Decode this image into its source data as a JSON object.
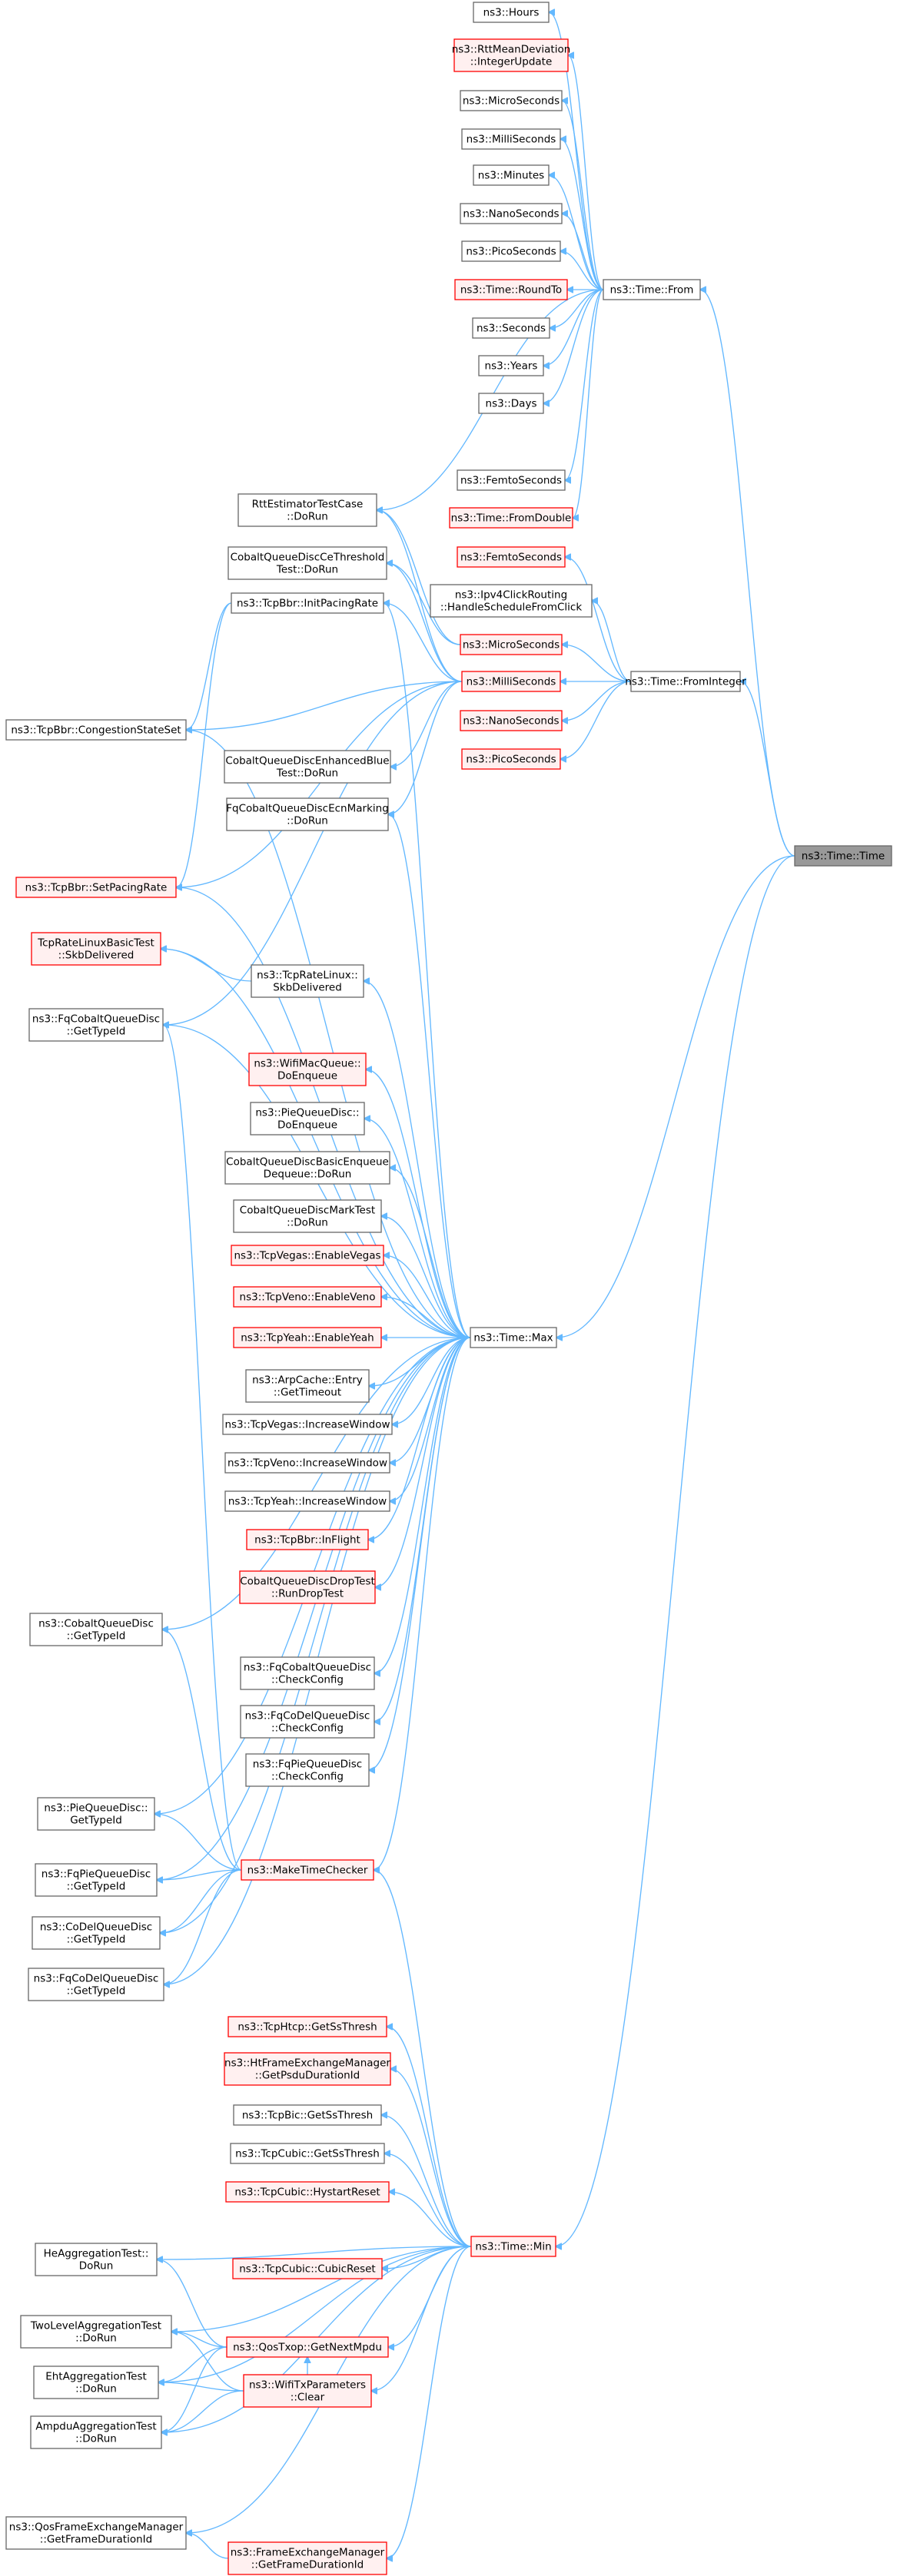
{
  "root": "ns3::Time::Time",
  "nodes": [
    {
      "id": "hours",
      "lines": [
        "ns3::Hours"
      ],
      "style": "normal"
    },
    {
      "id": "rttupd",
      "lines": [
        "ns3::RttMeanDeviation",
        "::IntegerUpdate"
      ],
      "style": "missing"
    },
    {
      "id": "us_a",
      "lines": [
        "ns3::MicroSeconds"
      ],
      "style": "normal"
    },
    {
      "id": "ms_a",
      "lines": [
        "ns3::MilliSeconds"
      ],
      "style": "normal"
    },
    {
      "id": "minutes",
      "lines": [
        "ns3::Minutes"
      ],
      "style": "normal"
    },
    {
      "id": "ns_a",
      "lines": [
        "ns3::NanoSeconds"
      ],
      "style": "normal"
    },
    {
      "id": "ps_a",
      "lines": [
        "ns3::PicoSeconds"
      ],
      "style": "normal"
    },
    {
      "id": "roundto",
      "lines": [
        "ns3::Time::RoundTo"
      ],
      "style": "missing"
    },
    {
      "id": "seconds",
      "lines": [
        "ns3::Seconds"
      ],
      "style": "normal"
    },
    {
      "id": "years",
      "lines": [
        "ns3::Years"
      ],
      "style": "normal"
    },
    {
      "id": "days",
      "lines": [
        "ns3::Days"
      ],
      "style": "normal"
    },
    {
      "id": "fs_a",
      "lines": [
        "ns3::FemtoSeconds"
      ],
      "style": "normal"
    },
    {
      "id": "fromdouble",
      "lines": [
        "ns3::Time::FromDouble"
      ],
      "style": "missing"
    },
    {
      "id": "from",
      "lines": [
        "ns3::Time::From"
      ],
      "style": "normal"
    },
    {
      "id": "rttest",
      "lines": [
        "RttEstimatorTestCase",
        "::DoRun"
      ],
      "style": "normal"
    },
    {
      "id": "fs_b",
      "lines": [
        "ns3::FemtoSeconds"
      ],
      "style": "missing"
    },
    {
      "id": "cobaltce",
      "lines": [
        "CobaltQueueDiscCeThreshold",
        "Test::DoRun"
      ],
      "style": "normal"
    },
    {
      "id": "ipv4click",
      "lines": [
        "ns3::Ipv4ClickRouting",
        "::HandleScheduleFromClick"
      ],
      "style": "normal"
    },
    {
      "id": "initpacing",
      "lines": [
        "ns3::TcpBbr::InitPacingRate"
      ],
      "style": "normal"
    },
    {
      "id": "us_b",
      "lines": [
        "ns3::MicroSeconds"
      ],
      "style": "missing"
    },
    {
      "id": "ms_b",
      "lines": [
        "ns3::MilliSeconds"
      ],
      "style": "missing"
    },
    {
      "id": "congstate",
      "lines": [
        "ns3::TcpBbr::CongestionStateSet"
      ],
      "style": "normal"
    },
    {
      "id": "fromint",
      "lines": [
        "ns3::Time::FromInteger"
      ],
      "style": "normal"
    },
    {
      "id": "ns_b",
      "lines": [
        "ns3::NanoSeconds"
      ],
      "style": "missing"
    },
    {
      "id": "cobaltblue",
      "lines": [
        "CobaltQueueDiscEnhancedBlue",
        "Test::DoRun"
      ],
      "style": "normal"
    },
    {
      "id": "ps_b",
      "lines": [
        "ns3::PicoSeconds"
      ],
      "style": "missing"
    },
    {
      "id": "fqcobaltecn",
      "lines": [
        "FqCobaltQueueDiscEcnMarking",
        "::DoRun"
      ],
      "style": "normal"
    },
    {
      "id": "timetime",
      "lines": [
        "ns3::Time::Time"
      ],
      "style": "root"
    },
    {
      "id": "setpacing",
      "lines": [
        "ns3::TcpBbr::SetPacingRate"
      ],
      "style": "missing"
    },
    {
      "id": "tcprate",
      "lines": [
        "TcpRateLinuxBasicTest",
        "::SkbDelivered"
      ],
      "style": "missing"
    },
    {
      "id": "tcprateskb",
      "lines": [
        "ns3::TcpRateLinux::",
        "SkbDelivered"
      ],
      "style": "normal"
    },
    {
      "id": "fqcobaltgt",
      "lines": [
        "ns3::FqCobaltQueueDisc",
        "::GetTypeId"
      ],
      "style": "normal"
    },
    {
      "id": "wifimacq",
      "lines": [
        "ns3::WifiMacQueue::",
        "DoEnqueue"
      ],
      "style": "missing"
    },
    {
      "id": "pieenq",
      "lines": [
        "ns3::PieQueueDisc::",
        "DoEnqueue"
      ],
      "style": "normal"
    },
    {
      "id": "cobaltbasic",
      "lines": [
        "CobaltQueueDiscBasicEnqueue",
        "Dequeue::DoRun"
      ],
      "style": "normal"
    },
    {
      "id": "cobaltmark",
      "lines": [
        "CobaltQueueDiscMarkTest",
        "::DoRun"
      ],
      "style": "normal"
    },
    {
      "id": "vegasenable",
      "lines": [
        "ns3::TcpVegas::EnableVegas"
      ],
      "style": "missing"
    },
    {
      "id": "venoenable",
      "lines": [
        "ns3::TcpVeno::EnableVeno"
      ],
      "style": "missing"
    },
    {
      "id": "yeahenable",
      "lines": [
        "ns3::TcpYeah::EnableYeah"
      ],
      "style": "missing"
    },
    {
      "id": "max",
      "lines": [
        "ns3::Time::Max"
      ],
      "style": "normal"
    },
    {
      "id": "arpcache",
      "lines": [
        "ns3::ArpCache::Entry",
        "::GetTimeout"
      ],
      "style": "normal"
    },
    {
      "id": "vegasinc",
      "lines": [
        "ns3::TcpVegas::IncreaseWindow"
      ],
      "style": "normal"
    },
    {
      "id": "venoinc",
      "lines": [
        "ns3::TcpVeno::IncreaseWindow"
      ],
      "style": "normal"
    },
    {
      "id": "yeahinc",
      "lines": [
        "ns3::TcpYeah::IncreaseWindow"
      ],
      "style": "normal"
    },
    {
      "id": "inflight",
      "lines": [
        "ns3::TcpBbr::InFlight"
      ],
      "style": "missing"
    },
    {
      "id": "cobaltdrop",
      "lines": [
        "CobaltQueueDiscDropTest",
        "::RunDropTest"
      ],
      "style": "missing"
    },
    {
      "id": "cobaltgt",
      "lines": [
        "ns3::CobaltQueueDisc",
        "::GetTypeId"
      ],
      "style": "normal"
    },
    {
      "id": "fqcobaltcheck",
      "lines": [
        "ns3::FqCobaltQueueDisc",
        "::CheckConfig"
      ],
      "style": "normal"
    },
    {
      "id": "fqcodelcheck",
      "lines": [
        "ns3::FqCoDelQueueDisc",
        "::CheckConfig"
      ],
      "style": "normal"
    },
    {
      "id": "fqpiecheck",
      "lines": [
        "ns3::FqPieQueueDisc",
        "::CheckConfig"
      ],
      "style": "normal"
    },
    {
      "id": "piegt",
      "lines": [
        "ns3::PieQueueDisc::",
        "GetTypeId"
      ],
      "style": "normal"
    },
    {
      "id": "maketc",
      "lines": [
        "ns3::MakeTimeChecker"
      ],
      "style": "missing"
    },
    {
      "id": "fqpiegt",
      "lines": [
        "ns3::FqPieQueueDisc",
        "::GetTypeId"
      ],
      "style": "normal"
    },
    {
      "id": "codelgt",
      "lines": [
        "ns3::CoDelQueueDisc",
        "::GetTypeId"
      ],
      "style": "normal"
    },
    {
      "id": "fqcodelgt",
      "lines": [
        "ns3::FqCoDelQueueDisc",
        "::GetTypeId"
      ],
      "style": "normal"
    },
    {
      "id": "htcpss",
      "lines": [
        "ns3::TcpHtcp::GetSsThresh"
      ],
      "style": "missing"
    },
    {
      "id": "htfem",
      "lines": [
        "ns3::HtFrameExchangeManager",
        "::GetPsduDurationId"
      ],
      "style": "missing"
    },
    {
      "id": "bicss",
      "lines": [
        "ns3::TcpBic::GetSsThresh"
      ],
      "style": "normal"
    },
    {
      "id": "cubicss",
      "lines": [
        "ns3::TcpCubic::GetSsThresh"
      ],
      "style": "normal"
    },
    {
      "id": "hystart",
      "lines": [
        "ns3::TcpCubic::HystartReset"
      ],
      "style": "missing"
    },
    {
      "id": "heagg",
      "lines": [
        "HeAggregationTest::",
        "DoRun"
      ],
      "style": "normal"
    },
    {
      "id": "min",
      "lines": [
        "ns3::Time::Min"
      ],
      "style": "missing"
    },
    {
      "id": "cubicreset",
      "lines": [
        "ns3::TcpCubic::CubicReset"
      ],
      "style": "missing"
    },
    {
      "id": "twolevel",
      "lines": [
        "TwoLevelAggregationTest",
        "::DoRun"
      ],
      "style": "normal"
    },
    {
      "id": "getnextmpdu",
      "lines": [
        "ns3::QosTxop::GetNextMpdu"
      ],
      "style": "missing"
    },
    {
      "id": "ehtagg",
      "lines": [
        "EhtAggregationTest",
        "::DoRun"
      ],
      "style": "normal"
    },
    {
      "id": "wifitxclear",
      "lines": [
        "ns3::WifiTxParameters",
        "::Clear"
      ],
      "style": "missing"
    },
    {
      "id": "ampdu",
      "lines": [
        "AmpduAggregationTest",
        "::DoRun"
      ],
      "style": "normal"
    },
    {
      "id": "qosfem",
      "lines": [
        "ns3::QosFrameExchangeManager",
        "::GetFrameDurationId"
      ],
      "style": "normal"
    },
    {
      "id": "femdur",
      "lines": [
        "ns3::FrameExchangeManager",
        "::GetFrameDurationId"
      ],
      "style": "missing"
    }
  ],
  "edges": [
    [
      "hours",
      "from"
    ],
    [
      "rttupd",
      "from"
    ],
    [
      "us_a",
      "from"
    ],
    [
      "ms_a",
      "from"
    ],
    [
      "minutes",
      "from"
    ],
    [
      "ns_a",
      "from"
    ],
    [
      "ps_a",
      "from"
    ],
    [
      "roundto",
      "from"
    ],
    [
      "seconds",
      "from"
    ],
    [
      "years",
      "from"
    ],
    [
      "days",
      "from"
    ],
    [
      "fs_a",
      "from"
    ],
    [
      "fromdouble",
      "from"
    ],
    [
      "rttest",
      "from"
    ],
    [
      "from",
      "timetime"
    ],
    [
      "fs_b",
      "fromint"
    ],
    [
      "ipv4click",
      "fromint"
    ],
    [
      "us_b",
      "fromint"
    ],
    [
      "ms_b",
      "fromint"
    ],
    [
      "ns_b",
      "fromint"
    ],
    [
      "ps_b",
      "fromint"
    ],
    [
      "fromint",
      "timetime"
    ],
    [
      "rttest",
      "us_b"
    ],
    [
      "rttest",
      "ms_b"
    ],
    [
      "cobaltce",
      "us_b"
    ],
    [
      "cobaltce",
      "ms_b"
    ],
    [
      "initpacing",
      "ms_b"
    ],
    [
      "congstate",
      "ms_b"
    ],
    [
      "cobaltblue",
      "ms_b"
    ],
    [
      "fqcobaltecn",
      "ms_b"
    ],
    [
      "setpacing",
      "ms_b"
    ],
    [
      "fqcobaltgt",
      "ms_b"
    ],
    [
      "congstate",
      "initpacing"
    ],
    [
      "setpacing",
      "initpacing"
    ],
    [
      "tcprate",
      "tcprateskb"
    ],
    [
      "initpacing",
      "max"
    ],
    [
      "congstate",
      "max"
    ],
    [
      "setpacing",
      "max"
    ],
    [
      "tcprate",
      "max"
    ],
    [
      "tcprateskb",
      "max"
    ],
    [
      "fqcobaltgt",
      "max"
    ],
    [
      "fqcobaltecn",
      "max"
    ],
    [
      "wifimacq",
      "max"
    ],
    [
      "pieenq",
      "max"
    ],
    [
      "cobaltbasic",
      "max"
    ],
    [
      "cobaltmark",
      "max"
    ],
    [
      "vegasenable",
      "max"
    ],
    [
      "venoenable",
      "max"
    ],
    [
      "yeahenable",
      "max"
    ],
    [
      "arpcache",
      "max"
    ],
    [
      "vegasinc",
      "max"
    ],
    [
      "venoinc",
      "max"
    ],
    [
      "yeahinc",
      "max"
    ],
    [
      "inflight",
      "max"
    ],
    [
      "cobaltdrop",
      "max"
    ],
    [
      "cobaltgt",
      "max"
    ],
    [
      "fqcobaltcheck",
      "max"
    ],
    [
      "fqcodelcheck",
      "max"
    ],
    [
      "fqpiecheck",
      "max"
    ],
    [
      "piegt",
      "max"
    ],
    [
      "maketc",
      "max"
    ],
    [
      "fqpiegt",
      "max"
    ],
    [
      "codelgt",
      "max"
    ],
    [
      "fqcodelgt",
      "max"
    ],
    [
      "max",
      "timetime"
    ],
    [
      "fqcobaltgt",
      "maketc"
    ],
    [
      "cobaltgt",
      "maketc"
    ],
    [
      "piegt",
      "maketc"
    ],
    [
      "fqpiegt",
      "maketc"
    ],
    [
      "codelgt",
      "maketc"
    ],
    [
      "fqcodelgt",
      "maketc"
    ],
    [
      "htcpss",
      "min"
    ],
    [
      "htfem",
      "min"
    ],
    [
      "bicss",
      "min"
    ],
    [
      "cubicss",
      "min"
    ],
    [
      "hystart",
      "min"
    ],
    [
      "heagg",
      "min"
    ],
    [
      "cubicreset",
      "min"
    ],
    [
      "twolevel",
      "min"
    ],
    [
      "getnextmpdu",
      "min"
    ],
    [
      "ehtagg",
      "min"
    ],
    [
      "wifitxclear",
      "min"
    ],
    [
      "ampdu",
      "min"
    ],
    [
      "qosfem",
      "min"
    ],
    [
      "femdur",
      "min"
    ],
    [
      "maketc",
      "min"
    ],
    [
      "min",
      "timetime"
    ],
    [
      "heagg",
      "getnextmpdu"
    ],
    [
      "twolevel",
      "getnextmpdu"
    ],
    [
      "ehtagg",
      "getnextmpdu"
    ],
    [
      "ampdu",
      "getnextmpdu"
    ],
    [
      "twolevel",
      "wifitxclear"
    ],
    [
      "ehtagg",
      "wifitxclear"
    ],
    [
      "ampdu",
      "wifitxclear"
    ],
    [
      "getnextmpdu",
      "wifitxclear"
    ],
    [
      "qosfem",
      "femdur"
    ]
  ]
}
